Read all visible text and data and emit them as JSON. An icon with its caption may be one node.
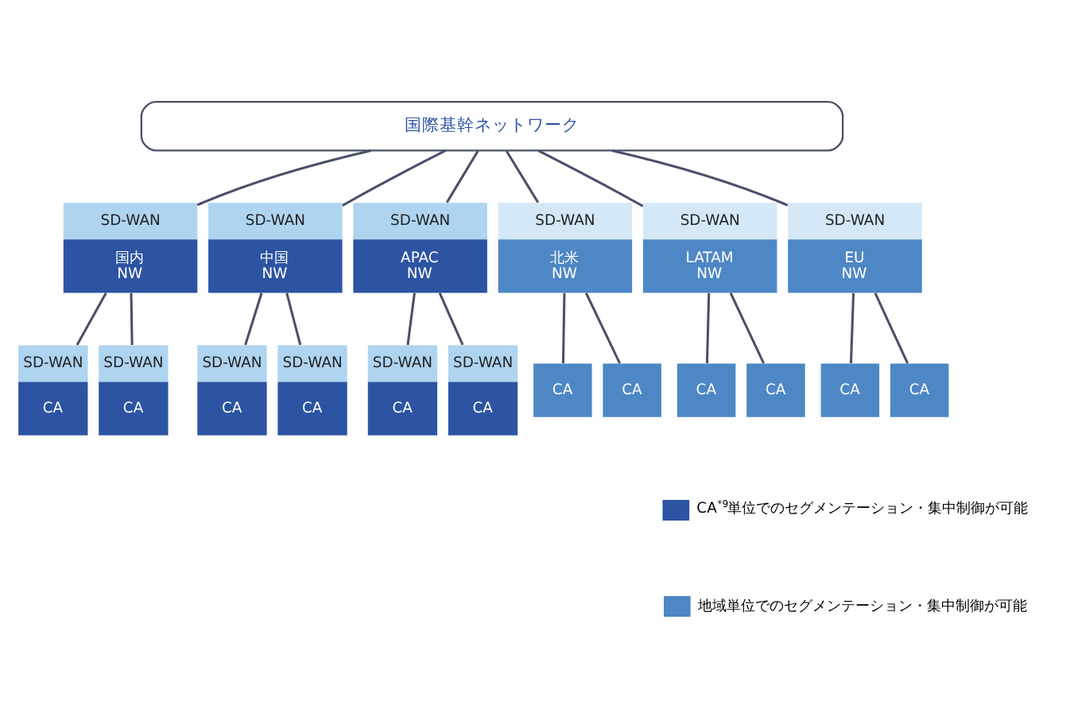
{
  "diagram": {
    "nodes": [
      {
        "text": [
          "国際基幹ネットワーク"
        ]
      },
      {
        "text": [
          "SD-WAN",
          "国内 NW"
        ]
      },
      {
        "text": [
          "SD-WAN",
          "中国 NW"
        ]
      },
      {
        "text": [
          "SD-WAN",
          "APAC NW"
        ]
      },
      {
        "text": [
          "SD-WAN",
          "北米 NW"
        ]
      },
      {
        "text": [
          "SD-WAN",
          "LATAM NW"
        ]
      },
      {
        "text": [
          "SD-WAN",
          "EU NW"
        ]
      },
      {
        "text": [
          "SD-WAN",
          "CA"
        ]
      },
      {
        "text": [
          "SD-WAN",
          "CA"
        ]
      },
      {
        "text": [
          "SD-WAN",
          "CA"
        ]
      },
      {
        "text": [
          "SD-WAN",
          "CA"
        ]
      },
      {
        "text": [
          "SD-WAN",
          "CA"
        ]
      },
      {
        "text": [
          "SD-WAN",
          "CA"
        ]
      },
      {
        "text": [
          "CA"
        ]
      },
      {
        "text": [
          "CA"
        ]
      },
      {
        "text": [
          "CA"
        ]
      },
      {
        "text": [
          "CA"
        ]
      },
      {
        "text": [
          "CA"
        ]
      },
      {
        "text": [
          "CA"
        ]
      }
    ],
    "edges": [
      {
        "from": 0,
        "to": 1,
        "arrow": "none"
      },
      {
        "from": 0,
        "to": 2,
        "arrow": "none"
      },
      {
        "from": 0,
        "to": 3,
        "arrow": "none"
      },
      {
        "from": 0,
        "to": 4,
        "arrow": "none"
      },
      {
        "from": 0,
        "to": 5,
        "arrow": "none"
      },
      {
        "from": 0,
        "to": 6,
        "arrow": "none"
      },
      {
        "from": 1,
        "to": 7,
        "arrow": "none"
      },
      {
        "from": 1,
        "to": 8,
        "arrow": "none"
      },
      {
        "from": 2,
        "to": 9,
        "arrow": "none"
      },
      {
        "from": 2,
        "to": 10,
        "arrow": "none"
      },
      {
        "from": 3,
        "to": 11,
        "arrow": "none"
      },
      {
        "from": 3,
        "to": 12,
        "arrow": "none"
      },
      {
        "from": 4,
        "to": 13,
        "arrow": "none"
      },
      {
        "from": 4,
        "to": 14,
        "arrow": "none"
      },
      {
        "from": 5,
        "to": 15,
        "arrow": "none"
      },
      {
        "from": 5,
        "to": 16,
        "arrow": "none"
      },
      {
        "from": 6,
        "to": 17,
        "arrow": "none"
      },
      {
        "from": 6,
        "to": 18,
        "arrow": "none"
      }
    ],
    "legend": [
      {
        "text": "CA$^{*9}$単位でのセグメンテーション・集中制御が可能",
        "color": "#2c54a3"
      },
      {
        "text": "地域単位でのセグメンテーション・集中制御が可能",
        "color": "#4e87c6"
      }
    ]
  }
}
